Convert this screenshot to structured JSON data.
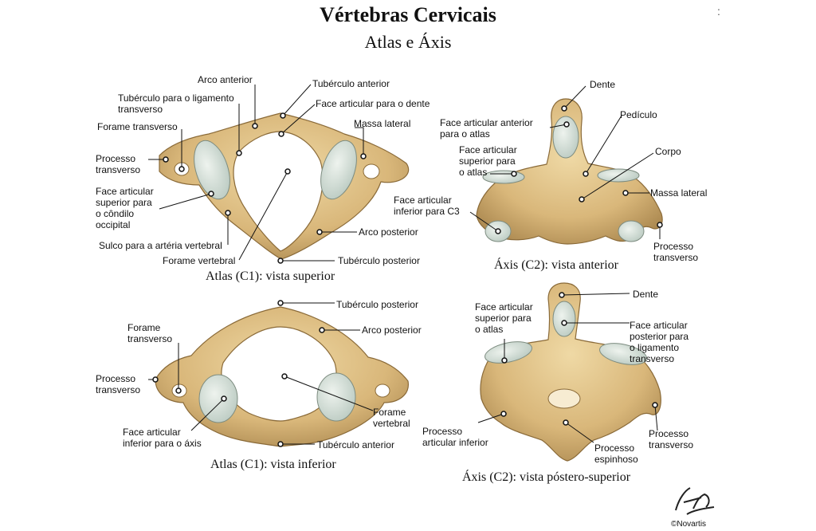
{
  "title": "Vértebras Cervicais",
  "subtitle": "Atlas e Áxis",
  "corner_mark": ":",
  "colors": {
    "bone": "#d9b77a",
    "bone_dark": "#a7844c",
    "bone_light": "#efd9a5",
    "cartilage": "#c9d6cf",
    "cartilage_light": "#e9efe9"
  },
  "captions": {
    "atlas_superior": "Atlas (C1): vista superior",
    "axis_anterior": "Áxis (C2): vista anterior",
    "atlas_inferior": "Atlas (C1): vista inferior",
    "axis_postero": "Áxis (C2): vista póstero-superior"
  },
  "labels": {
    "arco_anterior": "Arco anterior",
    "tuberculo_anterior_1": "Tubérculo anterior",
    "tuberculo_lig_transverso": "Tubérculo para o ligamento\ntransverso",
    "face_art_dente": "Face articular para o dente",
    "forame_transverso_1": "Forame transverso",
    "massa_lateral_1": "Massa lateral",
    "processo_transverso_1": "Processo\ntransverso",
    "face_art_sup_condilo": "Face articular\nsuperior para\no côndilo\noccipital",
    "sulco_arteria": "Sulco para a artéria vertebral",
    "forame_vertebral_1": "Forame vertebral",
    "arco_posterior_1": "Arco posterior",
    "tuberculo_posterior_1": "Tubérculo posterior",
    "dente_1": "Dente",
    "face_art_ant_atlas": "Face articular anterior\npara o atlas",
    "pediculo": "Pedículo",
    "face_art_sup_atlas_1": "Face articular\nsuperior para\no atlas",
    "corpo": "Corpo",
    "massa_lateral_2": "Massa lateral",
    "face_art_inf_c3": "Face articular\ninferior para C3",
    "processo_transverso_2": "Processo\ntransverso",
    "tuberculo_posterior_2": "Tubérculo posterior",
    "arco_posterior_2": "Arco posterior",
    "forame_transverso_2": "Forame\ntransverso",
    "processo_transverso_3": "Processo\ntransverso",
    "forame_vertebral_2": "Forame\nvertebral",
    "face_art_inf_axis": "Face articular\ninferior para o áxis",
    "tuberculo_anterior_2": "Tubérculo anterior",
    "dente_2": "Dente",
    "face_art_sup_atlas_2": "Face articular\nsuperior para\no atlas",
    "face_art_post_lig": "Face articular\nposterior para\no ligamento\ntransverso",
    "processo_art_inf": "Processo\narticular inferior",
    "processo_espinhoso": "Processo\nespinhoso",
    "processo_transverso_4": "Processo\ntransverso"
  },
  "signature": "F.Netter",
  "copyright": "©Novartis"
}
